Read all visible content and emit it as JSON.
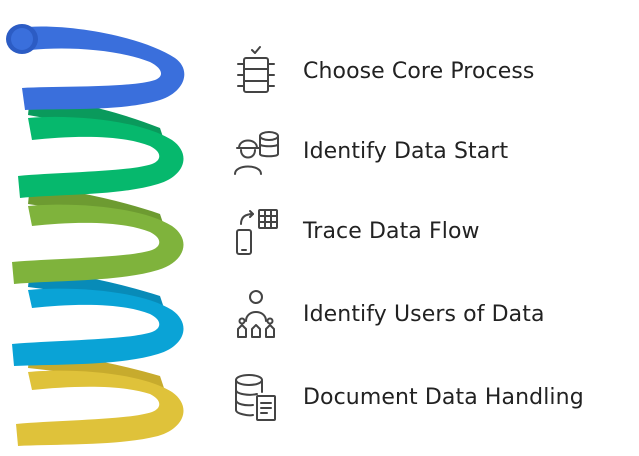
{
  "colors": {
    "blue": "#3a6fdc",
    "green": "#06b86d",
    "olive": "#7fb33c",
    "cyan": "#0aa3d6",
    "yellow": "#dfc23a",
    "icon": "#444444",
    "text": "#222222"
  },
  "steps": [
    {
      "label": "Choose Core Process",
      "icon": "server-rack-check-icon",
      "color": "blue"
    },
    {
      "label": "Identify Data Start",
      "icon": "worker-database-icon",
      "color": "green"
    },
    {
      "label": "Trace Data Flow",
      "icon": "mobile-spreadsheet-sync-icon",
      "color": "olive"
    },
    {
      "label": "Identify Users of Data",
      "icon": "user-group-icon",
      "color": "cyan"
    },
    {
      "label": "Document Data Handling",
      "icon": "database-document-icon",
      "color": "yellow"
    }
  ]
}
